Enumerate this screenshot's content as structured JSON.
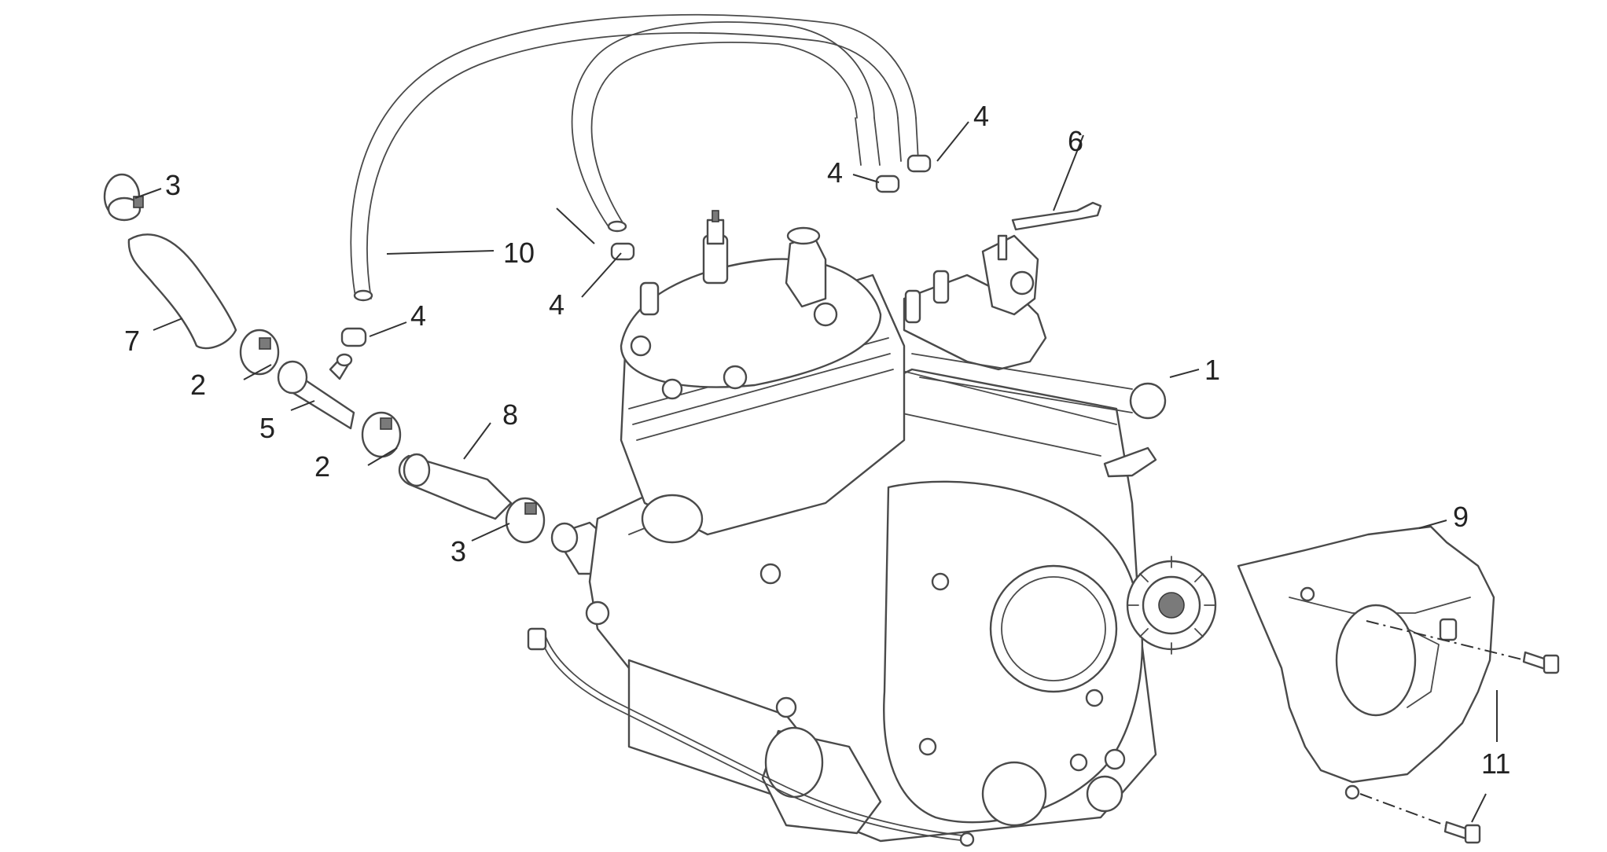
{
  "callouts": {
    "engine": "1",
    "clamp_2a": "2",
    "clamp_2b": "2",
    "clamp_3a": "3",
    "clamp_3b": "3",
    "clip_4a": "4",
    "clip_4b": "4",
    "clip_4c": "4",
    "clip_4d": "4",
    "tee_fitting": "5",
    "bracket": "6",
    "hose_7": "7",
    "hose_8": "8",
    "sprocket_cover": "9",
    "breather_hose": "10",
    "screws": "11"
  }
}
